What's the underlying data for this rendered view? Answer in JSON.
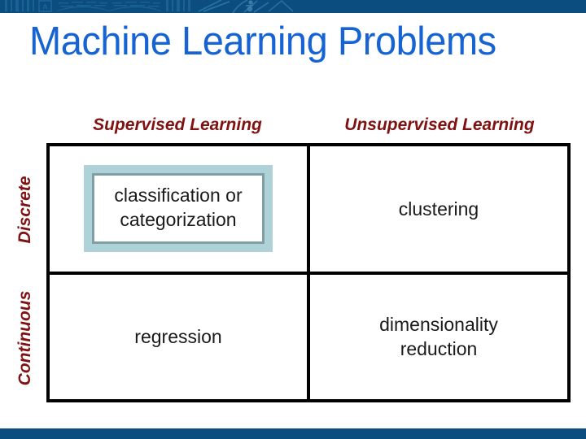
{
  "page": {
    "title": "Machine Learning Problems",
    "title_color": "#1664d4",
    "banner_color": "#0c4d80",
    "footer_color": "#0c4d80",
    "label_color": "#801212",
    "highlight_fill": "#aed2d8",
    "highlight_border": "#7f9fa4",
    "grid_border_color": "#000000",
    "background": "#ffffff"
  },
  "banner": {
    "icon_names": [
      "book-icon",
      "letter-a-icon",
      "lines-icon",
      "compass-icon",
      "atom-icon"
    ]
  },
  "matrix": {
    "column_headers": [
      {
        "id": "supervised",
        "label": "Supervised Learning"
      },
      {
        "id": "unsupervised",
        "label": "Unsupervised Learning"
      }
    ],
    "row_labels": [
      {
        "id": "discrete",
        "label": "Discrete"
      },
      {
        "id": "continuous",
        "label": "Continuous"
      }
    ],
    "cells": [
      {
        "id": "supervised-discrete",
        "row": "Discrete",
        "column": "Supervised Learning",
        "line1": "classification or",
        "line2": "categorization",
        "highlighted": true
      },
      {
        "id": "unsupervised-discrete",
        "row": "Discrete",
        "column": "Unsupervised Learning",
        "line1": "clustering",
        "line2": "",
        "highlighted": false
      },
      {
        "id": "supervised-continuous",
        "row": "Continuous",
        "column": "Supervised Learning",
        "line1": "regression",
        "line2": "",
        "highlighted": false
      },
      {
        "id": "unsupervised-continuous",
        "row": "Continuous",
        "column": "Unsupervised Learning",
        "line1": "dimensionality",
        "line2": "reduction",
        "highlighted": false
      }
    ]
  }
}
